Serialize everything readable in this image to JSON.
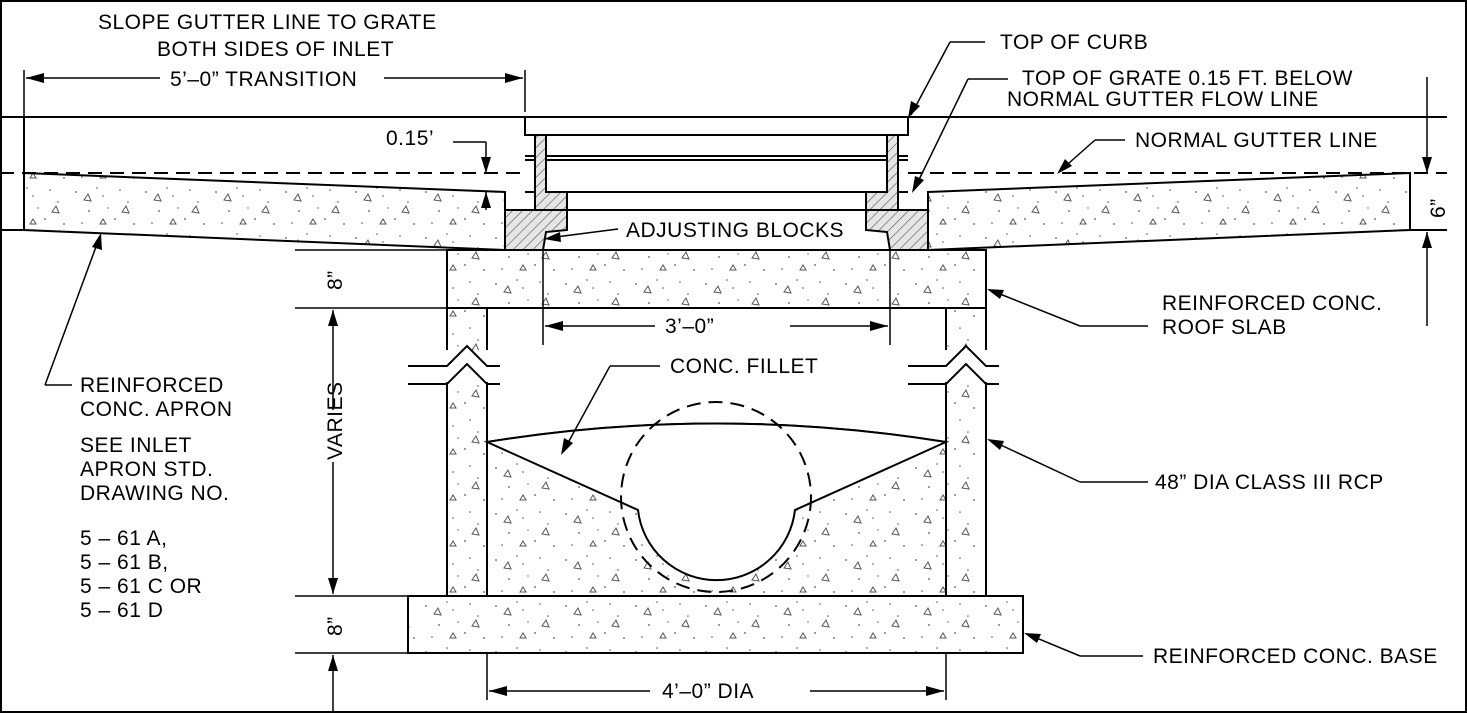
{
  "labels": {
    "slope_line1": "SLOPE GUTTER LINE TO GRATE",
    "slope_line2": "BOTH SIDES OF INLET",
    "transition": "5’–0” TRANSITION",
    "top_of_curb": "TOP OF CURB",
    "top_grate_line1": "TOP OF GRATE 0.15 FT. BELOW",
    "top_grate_line2": "NORMAL GUTTER FLOW LINE",
    "normal_gutter": "NORMAL GUTTER LINE",
    "dim_015": "0.15’",
    "dim_6in": "6”",
    "adjusting_blocks": "ADJUSTING BLOCKS",
    "roof_slab_line1": "REINFORCED CONC.",
    "roof_slab_line2": "ROOF SLAB",
    "dim_8in_top": "8”",
    "dim_3ft": "3’–0”",
    "apron_line1": "REINFORCED",
    "apron_line2": "CONC. APRON",
    "conc_fillet": "CONC. FILLET",
    "varies": "VARIES",
    "see_line1": "SEE INLET",
    "see_line2": "APRON STD.",
    "see_line3": "DRAWING NO.",
    "dwg_a": "5  –  61  A,",
    "dwg_b": "5  –  61  B,",
    "dwg_c": "5  –  61  C  OR",
    "dwg_d": "5  –  61  D",
    "rcp": "48” DIA CLASS III RCP",
    "dim_8in_bottom": "8”",
    "base": "REINFORCED CONC. BASE",
    "dim_4ft": "4’–0” DIA"
  }
}
